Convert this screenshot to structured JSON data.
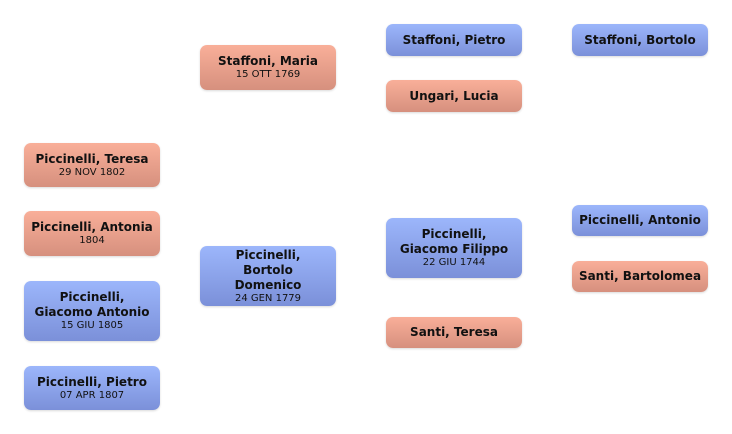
{
  "persons": [
    {
      "name": "Piccinelli, Teresa",
      "date": "29 NOV 1802",
      "sex": "f"
    },
    {
      "name": "Piccinelli, Antonia",
      "date": "1804",
      "sex": "f"
    },
    {
      "name": "Piccinelli, Giacomo Antonio",
      "date": "15 GIU 1805",
      "sex": "m"
    },
    {
      "name": "Piccinelli, Pietro",
      "date": "07 APR 1807",
      "sex": "m"
    },
    {
      "name": "Staffoni, Maria",
      "date": "15 OTT 1769",
      "sex": "f"
    },
    {
      "name": "Piccinelli, Bortolo Domenico",
      "date": "24 GEN 1779",
      "sex": "m"
    },
    {
      "name": "Staffoni, Pietro",
      "date": "",
      "sex": "m"
    },
    {
      "name": "Ungari, Lucia",
      "date": "",
      "sex": "f"
    },
    {
      "name": "Piccinelli, Giacomo Filippo",
      "date": "22 GIU 1744",
      "sex": "m"
    },
    {
      "name": "Santi, Teresa",
      "date": "",
      "sex": "f"
    },
    {
      "name": "Staffoni, Bortolo",
      "date": "",
      "sex": "m"
    },
    {
      "name": "Piccinelli, Antonio",
      "date": "",
      "sex": "m"
    },
    {
      "name": "Santi, Bartolomea",
      "date": "",
      "sex": "f"
    }
  ],
  "colors": {
    "female": "#f9af99",
    "male": "#9cb6fb"
  }
}
